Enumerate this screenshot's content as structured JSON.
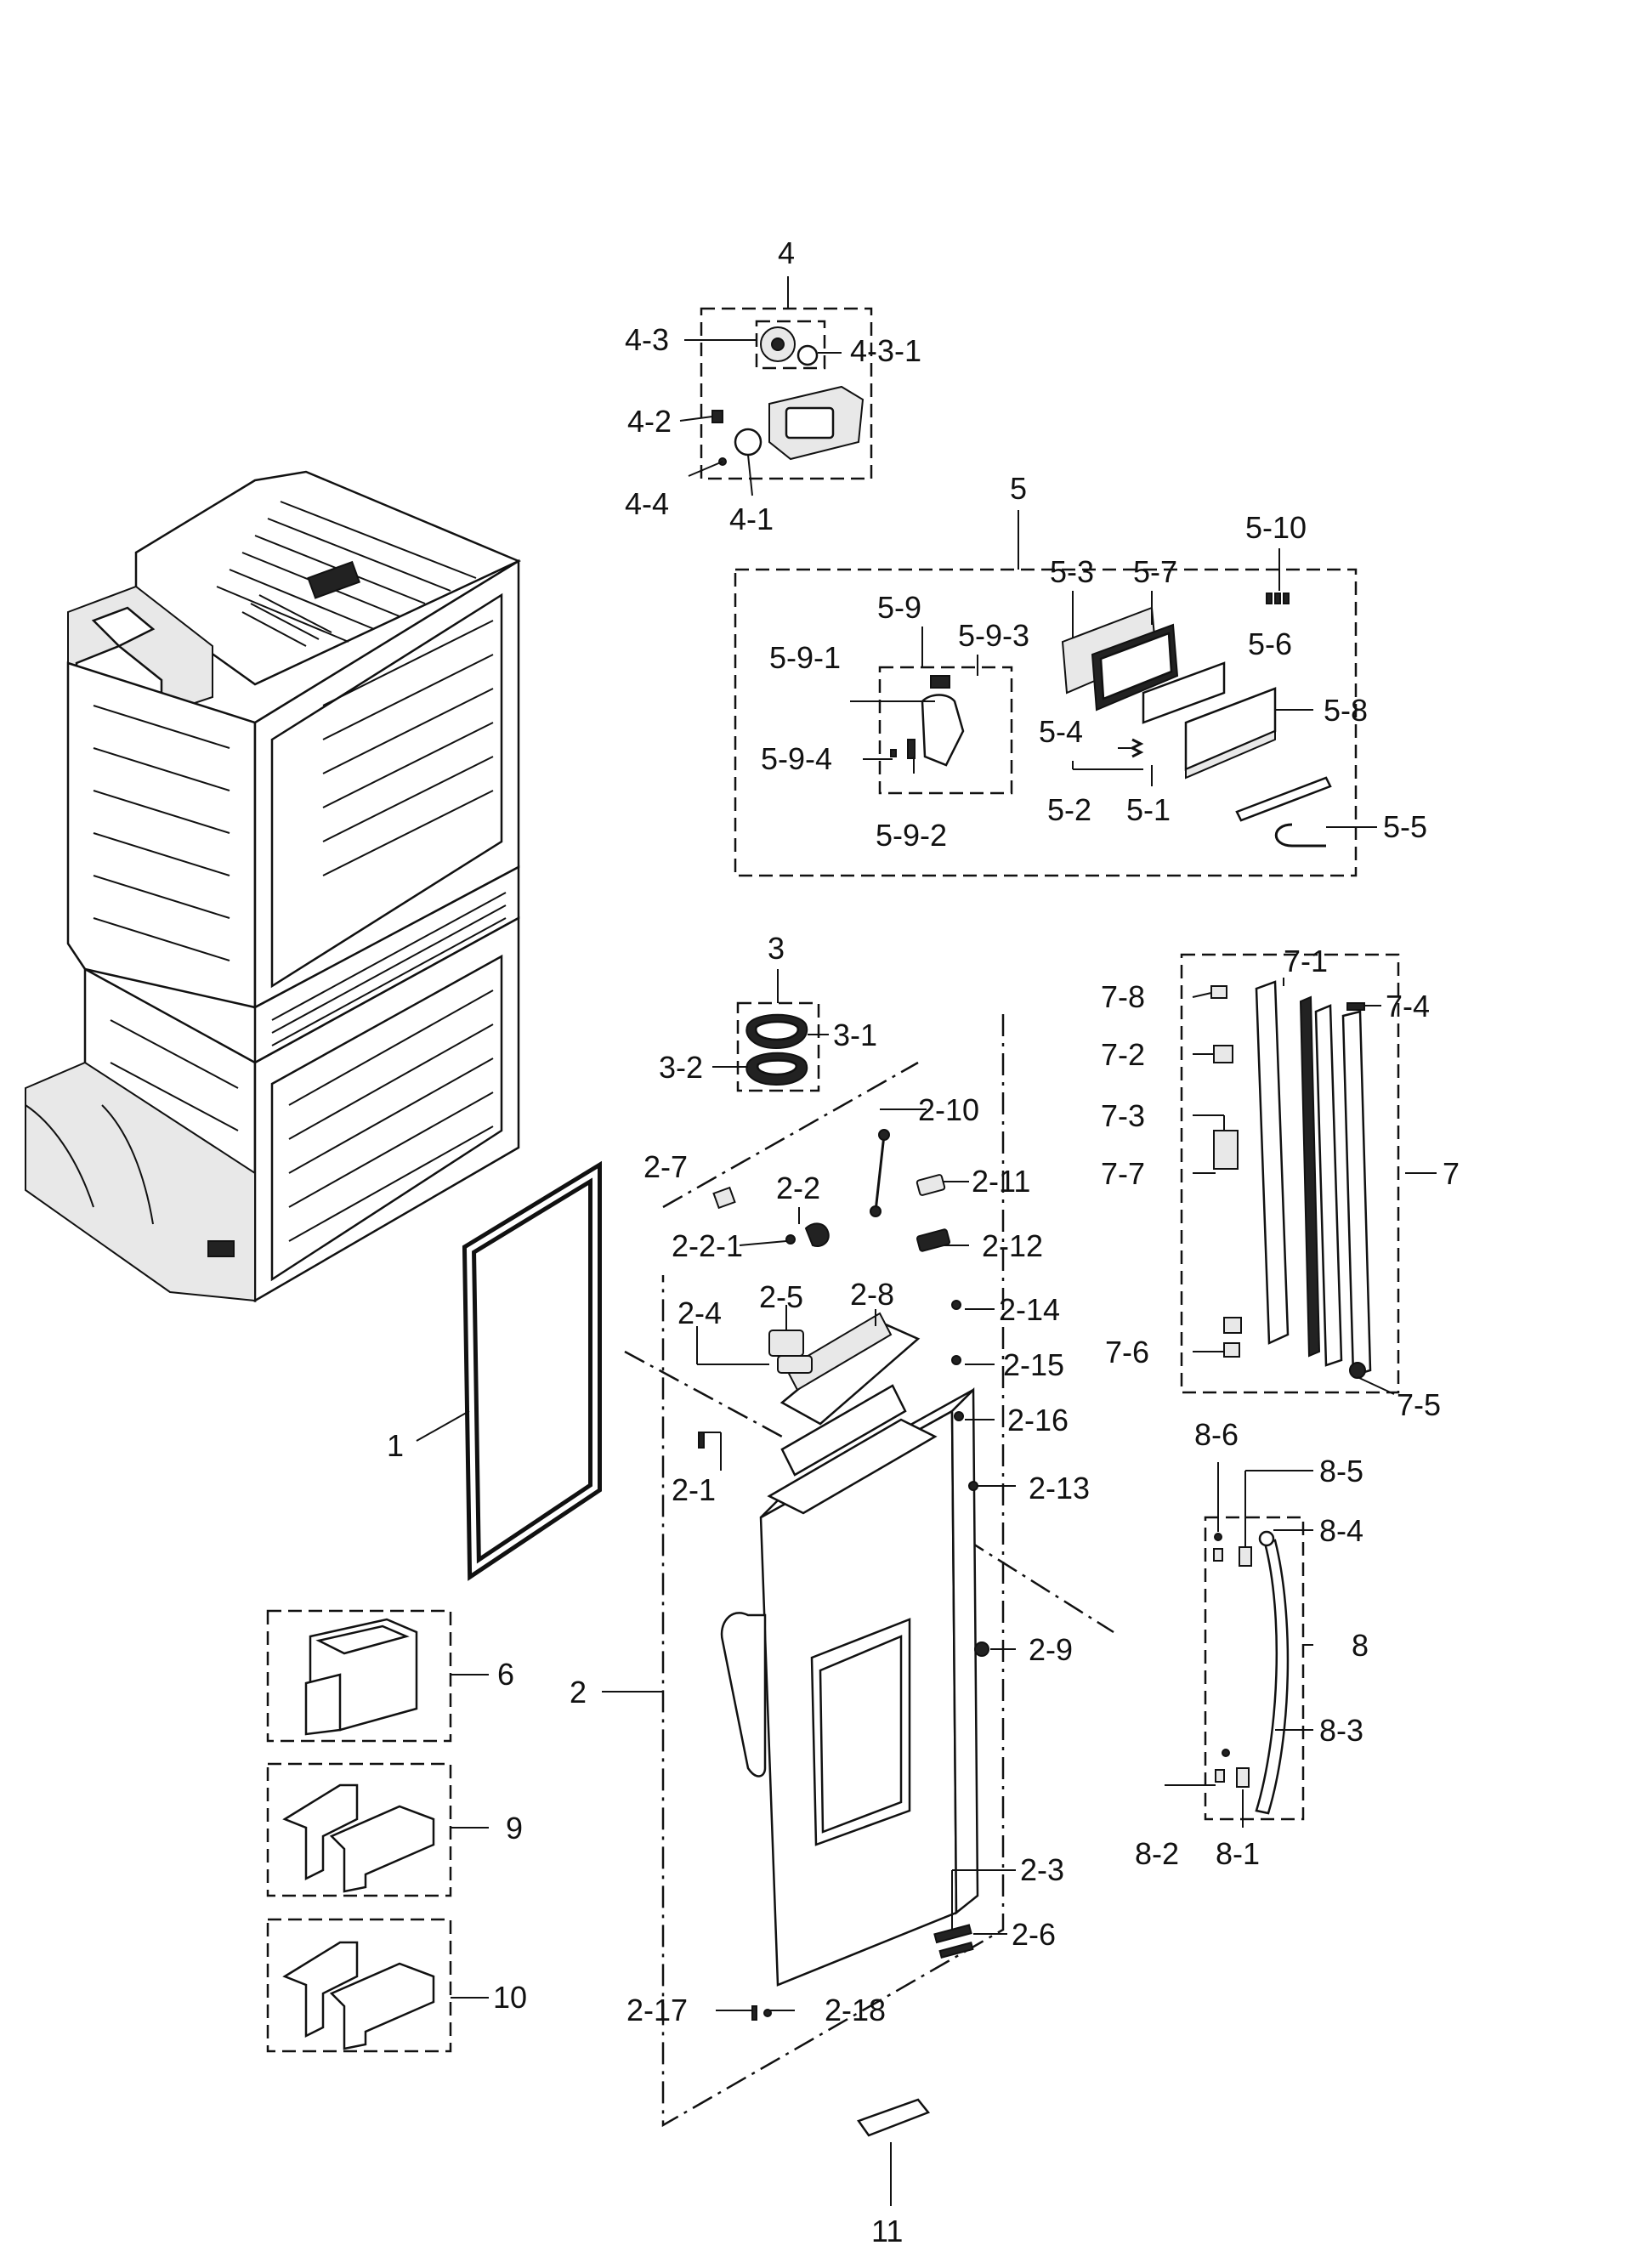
{
  "diagram": {
    "labels": {
      "l1": "1",
      "l2": "2",
      "l2_1": "2-1",
      "l2_2": "2-2",
      "l2_2_1": "2-2-1",
      "l2_3": "2-3",
      "l2_4": "2-4",
      "l2_5": "2-5",
      "l2_6": "2-6",
      "l2_7": "2-7",
      "l2_8": "2-8",
      "l2_9": "2-9",
      "l2_10": "2-10",
      "l2_11": "2-11",
      "l2_12": "2-12",
      "l2_13": "2-13",
      "l2_14": "2-14",
      "l2_15": "2-15",
      "l2_16": "2-16",
      "l2_17": "2-17",
      "l2_18": "2-18",
      "l3": "3",
      "l3_1": "3-1",
      "l3_2": "3-2",
      "l4": "4",
      "l4_1": "4-1",
      "l4_2": "4-2",
      "l4_3": "4-3",
      "l4_3_1": "4-3-1",
      "l4_4": "4-4",
      "l5": "5",
      "l5_1": "5-1",
      "l5_2": "5-2",
      "l5_3": "5-3",
      "l5_4": "5-4",
      "l5_5": "5-5",
      "l5_6": "5-6",
      "l5_7": "5-7",
      "l5_8": "5-8",
      "l5_9": "5-9",
      "l5_9_1": "5-9-1",
      "l5_9_2": "5-9-2",
      "l5_9_3": "5-9-3",
      "l5_9_4": "5-9-4",
      "l5_10": "5-10",
      "l6": "6",
      "l7": "7",
      "l7_1": "7-1",
      "l7_2": "7-2",
      "l7_3": "7-3",
      "l7_4": "7-4",
      "l7_5": "7-5",
      "l7_6": "7-6",
      "l7_7": "7-7",
      "l7_8": "7-8",
      "l8": "8",
      "l8_1": "8-1",
      "l8_2": "8-2",
      "l8_3": "8-3",
      "l8_4": "8-4",
      "l8_5": "8-5",
      "l8_6": "8-6",
      "l9": "9",
      "l10": "10",
      "l11": "11"
    }
  }
}
